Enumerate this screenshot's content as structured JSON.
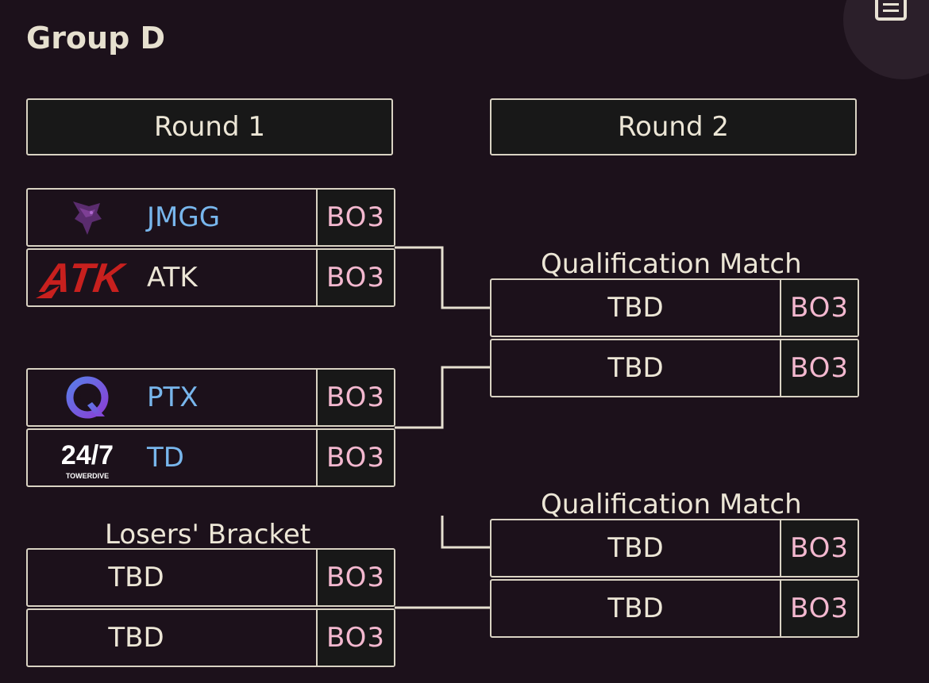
{
  "group_title": "Group D",
  "rounds": {
    "round1": "Round 1",
    "round2": "Round 2"
  },
  "round1_matches": [
    {
      "team": "JMGG",
      "format": "BO3",
      "logo": "jmgg-logo"
    },
    {
      "team": "ATK",
      "format": "BO3",
      "logo": "atk-logo"
    },
    {
      "team": "PTX",
      "format": "BO3",
      "logo": "ptx-logo"
    },
    {
      "team": "TD",
      "format": "BO3",
      "logo": "td-logo"
    }
  ],
  "losers_bracket": {
    "label": "Losers' Bracket",
    "slots": [
      {
        "team": "TBD",
        "format": "BO3"
      },
      {
        "team": "TBD",
        "format": "BO3"
      }
    ]
  },
  "qualification_1": {
    "label": "Qualification Match",
    "slots": [
      {
        "team": "TBD",
        "format": "BO3"
      },
      {
        "team": "TBD",
        "format": "BO3"
      }
    ]
  },
  "qualification_2": {
    "label": "Qualification Match",
    "slots": [
      {
        "team": "TBD",
        "format": "BO3"
      },
      {
        "team": "TBD",
        "format": "BO3"
      }
    ]
  },
  "td_logo_text": {
    "top": "24/7",
    "bottom": "TOWERDIVE"
  },
  "atk_logo_text": "ATK",
  "colors": {
    "background": "#1c111b",
    "border": "#d9d3c3",
    "team_blue": "#78b6ec",
    "format_pink": "#f3b8cf"
  },
  "icons": {
    "fab": "list-document-icon"
  }
}
